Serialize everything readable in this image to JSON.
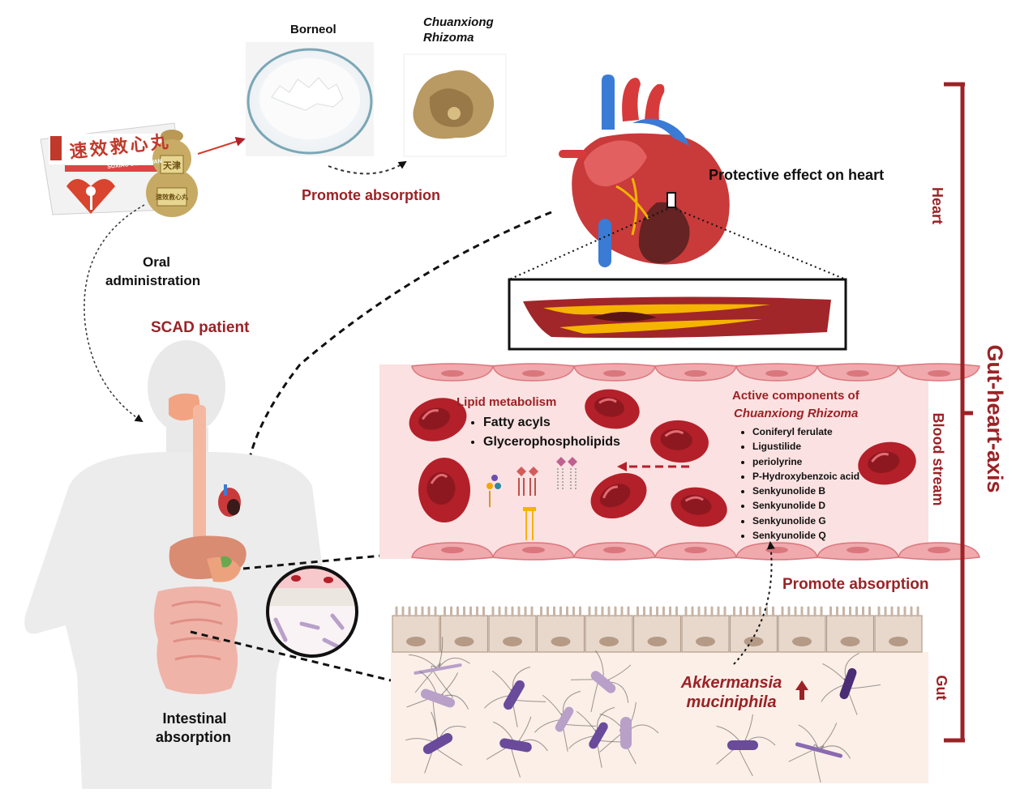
{
  "labels": {
    "borneol": "Borneol",
    "chuanxiong_line1": "Chuanxiong",
    "chuanxiong_line2": "Rhizoma",
    "promote_absorption_top": "Promote absorption",
    "protective_effect": "Protective effect on heart",
    "oral_line1": "Oral",
    "oral_line2": "administration",
    "scad_patient": "SCAD patient",
    "intestinal_line1": "Intestinal",
    "intestinal_line2": "absorption",
    "promote_absorption_bottom": "Promote absorption",
    "akkermansia_line1": "Akkermansia",
    "akkermansia_line2": "muciniphila"
  },
  "lipid": {
    "title": "Lipid  metabolism",
    "items": [
      "Fatty acyls",
      "Glycerophospholipids"
    ]
  },
  "active": {
    "title_line1": "Active components of",
    "title_line2": "Chuanxiong Rhizoma",
    "items": [
      "Coniferyl ferulate",
      "Ligustilide",
      "periolyrine",
      "P-Hydroxybenzoic acid",
      "Senkyunolide B",
      "Senkyunolide D",
      "Senkyunolide G",
      "Senkyunolide Q"
    ]
  },
  "axis": {
    "heart": "Heart",
    "blood": "Blood stream",
    "gut": "Gut",
    "main": "Gut-heart-axis"
  },
  "box_text": {
    "cn_title": "速效救心丸",
    "pinyin": "SUXIAO JIUXINWAN",
    "bottle_top": "天津",
    "bottle_bottom": "速效救心丸"
  },
  "colors": {
    "accent_red": "#9b2226",
    "blood_bg": "#fbe1e1",
    "gut_bg": "#fcefe8",
    "rbc": "#b3202a"
  }
}
